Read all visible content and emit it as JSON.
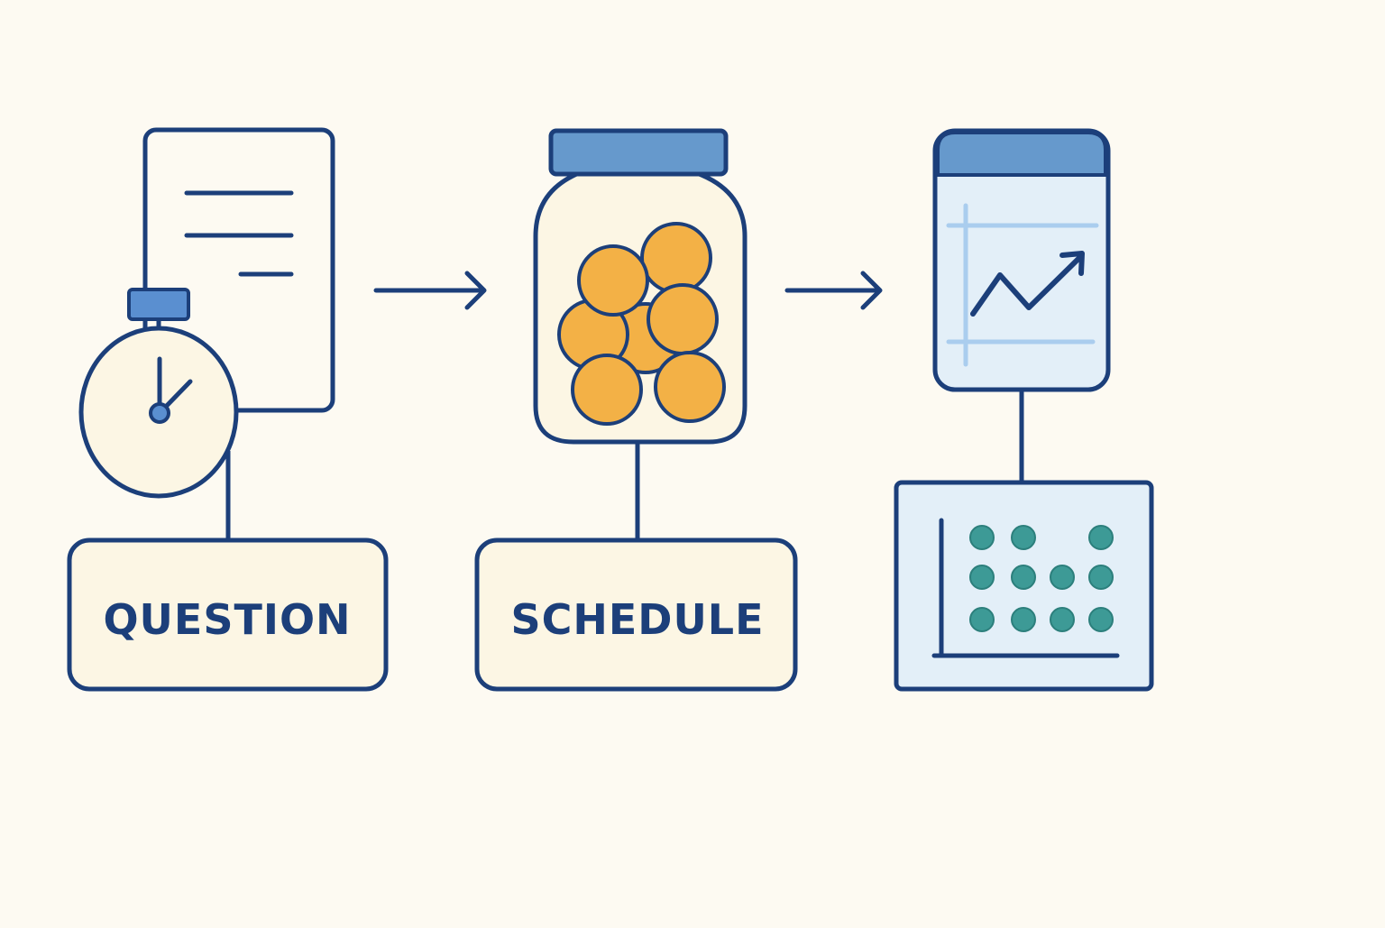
{
  "colors": {
    "background": "#fdfaf2",
    "outline": "#1c3f7a",
    "cream_fill": "#fcf6e4",
    "jar_lid": "#6699cc",
    "orange": "#f3b146",
    "panel_fill": "#e3eff8",
    "grid_line": "#aacdee",
    "teal": "#3d9a96"
  },
  "steps": [
    {
      "label": "QUESTION",
      "icon": "document-stopwatch-icon"
    },
    {
      "label": "SCHEDULE",
      "icon": "jar-of-balls-icon"
    },
    {
      "label": "",
      "icon": "line-chart-window-icon"
    }
  ],
  "final_panel": {
    "icon": "dot-matrix-plot-icon",
    "rows": [
      [
        1,
        1,
        0,
        1
      ],
      [
        1,
        1,
        1,
        1
      ],
      [
        1,
        1,
        1,
        1
      ]
    ]
  }
}
